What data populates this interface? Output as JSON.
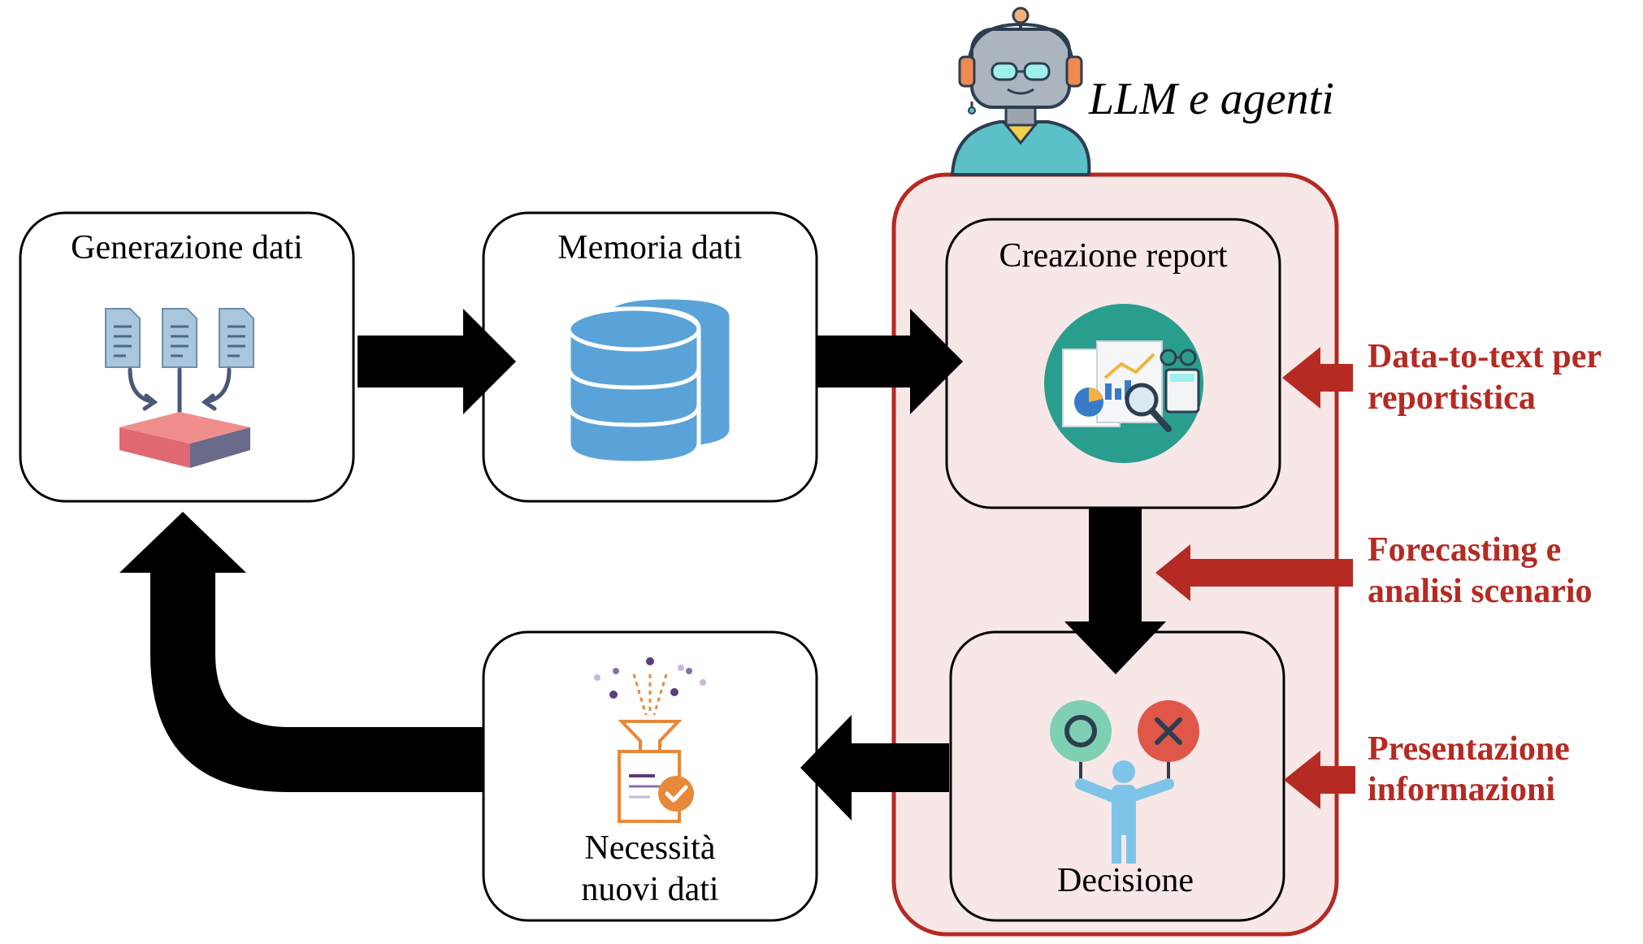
{
  "llm": {
    "title": "LLM e agenti"
  },
  "nodes": {
    "generazione": {
      "title": "Generazione dati"
    },
    "memoria": {
      "title": "Memoria dati"
    },
    "report": {
      "title": "Creazione report"
    },
    "decisione": {
      "title": "Decisione"
    },
    "necessita": {
      "line1": "Necessità",
      "line2": "nuovi dati"
    }
  },
  "capabilities": [
    {
      "line1": "Data-to-text per",
      "line2": "reportistica"
    },
    {
      "line1": "Forecasting e",
      "line2": "analisi scenario"
    },
    {
      "line1": "Presentazione",
      "line2": "informazioni"
    }
  ],
  "colors": {
    "accent_red": "#b52a22",
    "panel_fill": "#f7e7e7",
    "arrow": "#000000",
    "db_blue": "#5aa3d9",
    "teal": "#2a9e8e",
    "orange": "#e8883a"
  }
}
